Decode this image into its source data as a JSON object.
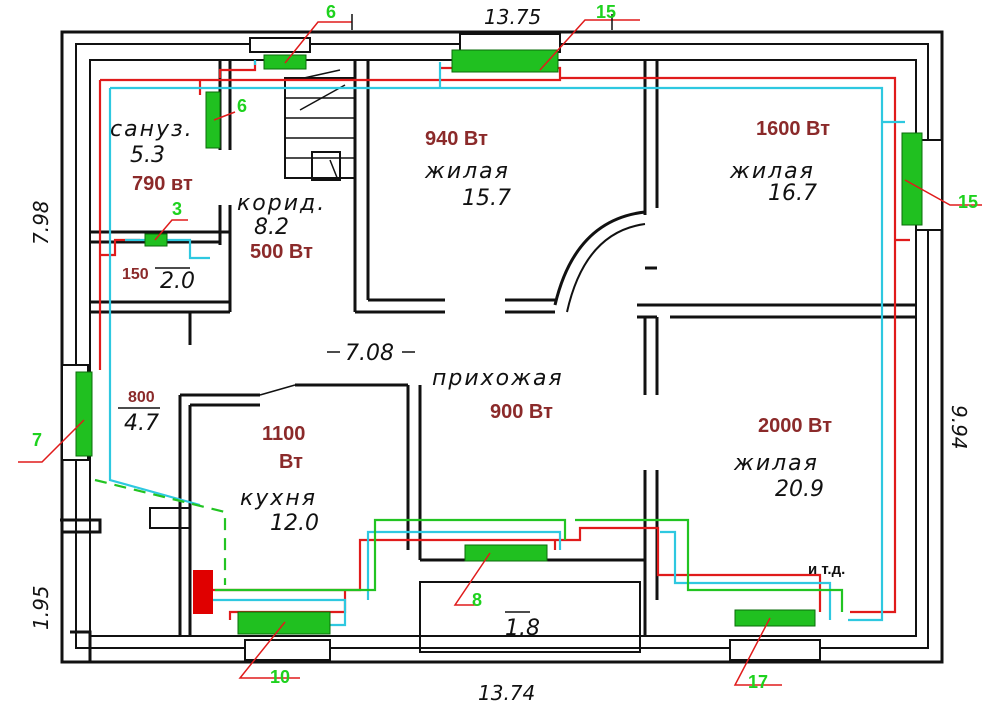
{
  "dimensions": {
    "top": "13.75",
    "bottom": "13.74",
    "left_upper": "7.98",
    "left_lower": "1.95",
    "right": "9.94"
  },
  "rooms": [
    {
      "label": "сануз.",
      "area": "5.3"
    },
    {
      "label": "корид.",
      "area": "8.2"
    },
    {
      "label": "жилая",
      "area": "15.7"
    },
    {
      "label": "жилая",
      "area": "16.7"
    },
    {
      "label": "прихожая",
      "area": "7.08"
    },
    {
      "label": "кухня",
      "area": "12.0"
    },
    {
      "label": "жилая",
      "area": "20.9"
    },
    {
      "label": "",
      "area": "2.0"
    },
    {
      "label": "",
      "area": "4.7"
    },
    {
      "label": "",
      "area": "1.8"
    }
  ],
  "power": {
    "bathroom": "790 вт",
    "corridor": "500 Вт",
    "living_15_7": "940 Вт",
    "living_16_7": "1600 Вт",
    "hall": "900 Вт",
    "kitchen_value": "1100",
    "kitchen_unit": "Вт",
    "living_20_9": "2000 Вт",
    "small_room": "150",
    "room_4_7": "800"
  },
  "radiator_callouts": [
    "6",
    "15",
    "6",
    "3",
    "15",
    "7",
    "8",
    "10",
    "17"
  ],
  "note": "и т.д.",
  "colors": {
    "wall": "#111111",
    "radiator": "#20c020",
    "supply_pipe": "#e01b1b",
    "return_pipe": "#2ec8e0",
    "callout": "#1ed21e",
    "power_text": "#8b2a2a",
    "boiler": "#e00000"
  }
}
